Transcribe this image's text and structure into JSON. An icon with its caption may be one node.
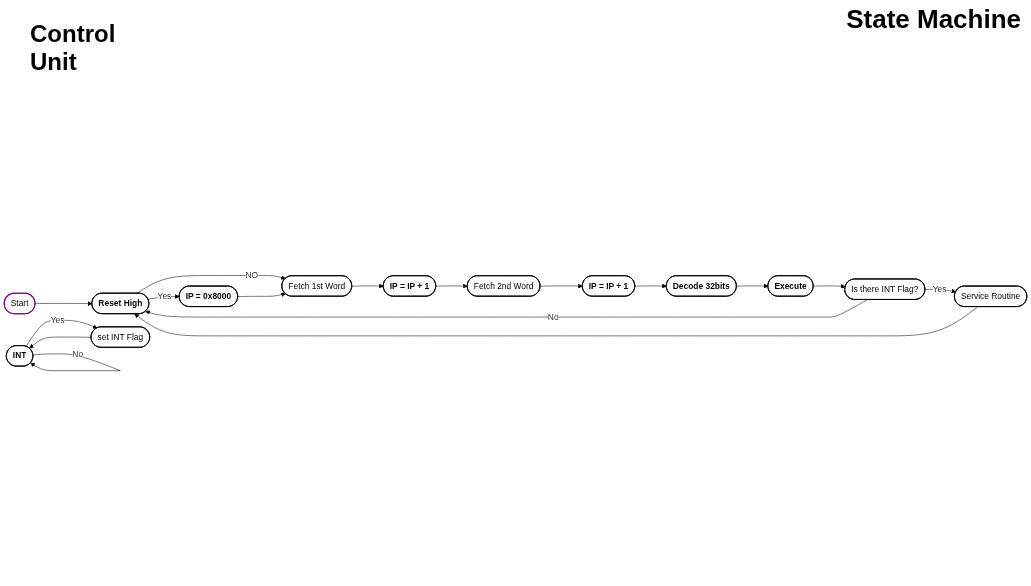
{
  "diagram": {
    "title": "State Machine",
    "nodes": [
      {
        "text": [
          "Start"
        ]
      },
      {
        "text": [
          "Reset High"
        ]
      },
      {
        "text": [
          "Fetch 1st Word"
        ]
      },
      {
        "text": [
          "IP = 0x8000"
        ]
      },
      {
        "text": [
          "IP = IP + 1"
        ]
      },
      {
        "text": [
          "Fetch 2nd Word"
        ]
      },
      {
        "text": [
          "IP = IP + 1"
        ]
      },
      {
        "text": [
          "Decode 32bits"
        ]
      },
      {
        "text": [
          "Execute"
        ]
      },
      {
        "text": [
          "Is there INT Flag?"
        ]
      },
      {
        "text": [
          "Service Routine"
        ]
      },
      {
        "text": [
          "INT"
        ]
      },
      {
        "text": [
          "set INT Flag"
        ]
      }
    ],
    "edges": [
      {
        "from": 0,
        "to": 1,
        "arrow": "to"
      },
      {
        "from": 1,
        "to": 2,
        "arrow": "to",
        "label": "NO"
      },
      {
        "from": 1,
        "to": 3,
        "arrow": "to",
        "label": "Yes"
      },
      {
        "from": 3,
        "to": 2,
        "arrow": "to"
      },
      {
        "from": 2,
        "to": 4,
        "arrow": "to"
      },
      {
        "from": 4,
        "to": 5,
        "arrow": "to"
      },
      {
        "from": 5,
        "to": 6,
        "arrow": "to"
      },
      {
        "from": 6,
        "to": 7,
        "arrow": "to"
      },
      {
        "from": 7,
        "to": 8,
        "arrow": "to"
      },
      {
        "from": 8,
        "to": 9,
        "arrow": "to"
      },
      {
        "from": 9,
        "to": 10,
        "arrow": "to",
        "label": "Yes"
      },
      {
        "from": 9,
        "to": 1,
        "arrow": "to",
        "label": "No"
      },
      {
        "from": 10,
        "to": 1,
        "arrow": "to"
      },
      {
        "from": 11,
        "to": 11,
        "arrow": "to",
        "label": "No"
      },
      {
        "from": 11,
        "to": 12,
        "arrow": "to",
        "label": "Yes"
      },
      {
        "from": 12,
        "to": 11,
        "arrow": "to"
      }
    ],
    "labels": [
      "Control Unit"
    ]
  }
}
